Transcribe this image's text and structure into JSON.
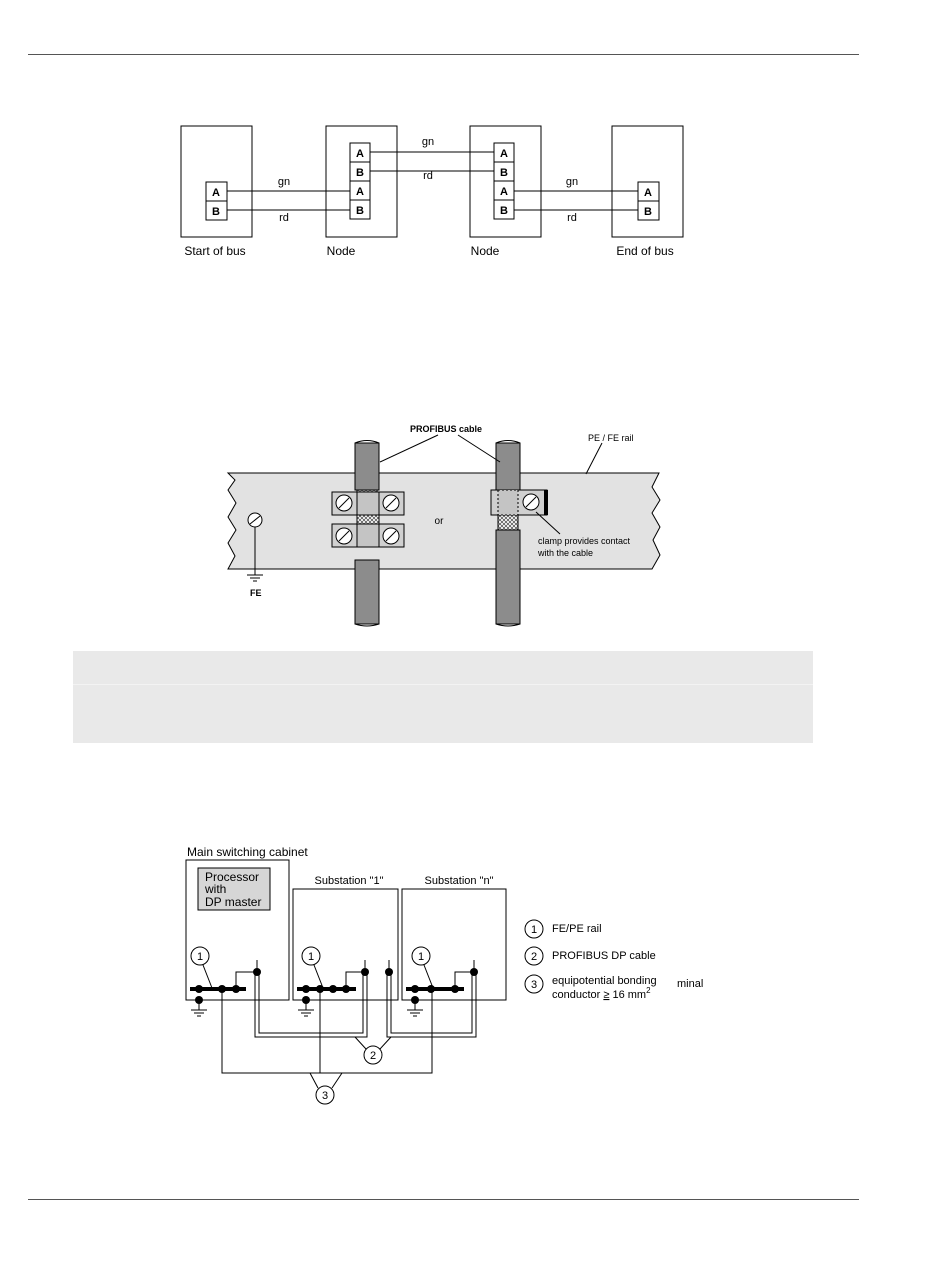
{
  "bus_diagram": {
    "stations": [
      "Start of bus",
      "Node",
      "Node",
      "End of bus"
    ],
    "pins": {
      "a": "A",
      "b": "B"
    },
    "wires": {
      "green": "gn",
      "red": "rd"
    }
  },
  "shield_diagram": {
    "cable_label": "PROFIBUS cable",
    "rail_label": "PE / FE rail",
    "or_text": "or",
    "clamp_note_line1": "clamp provides contact",
    "clamp_note_line2": "with the cable",
    "fe_label": "FE"
  },
  "equipotential_diagram": {
    "main_cabinet": "Main switching cabinet",
    "processor_line1": "Processor",
    "processor_line2": "with",
    "processor_line3": "DP master",
    "substation_1": "Substation \"1\"",
    "substation_n": "Substation \"n\"",
    "markers": [
      "1",
      "2",
      "3"
    ],
    "legend": {
      "item1": "FE/PE rail",
      "item2": "PROFIBUS DP cable",
      "item3_line1": "equipotential bonding",
      "item3_suffix": "minal",
      "item3_line2": "conductor ",
      "item3_ge": "≥",
      "item3_value": " 16 mm",
      "item3_sup": "2"
    }
  }
}
